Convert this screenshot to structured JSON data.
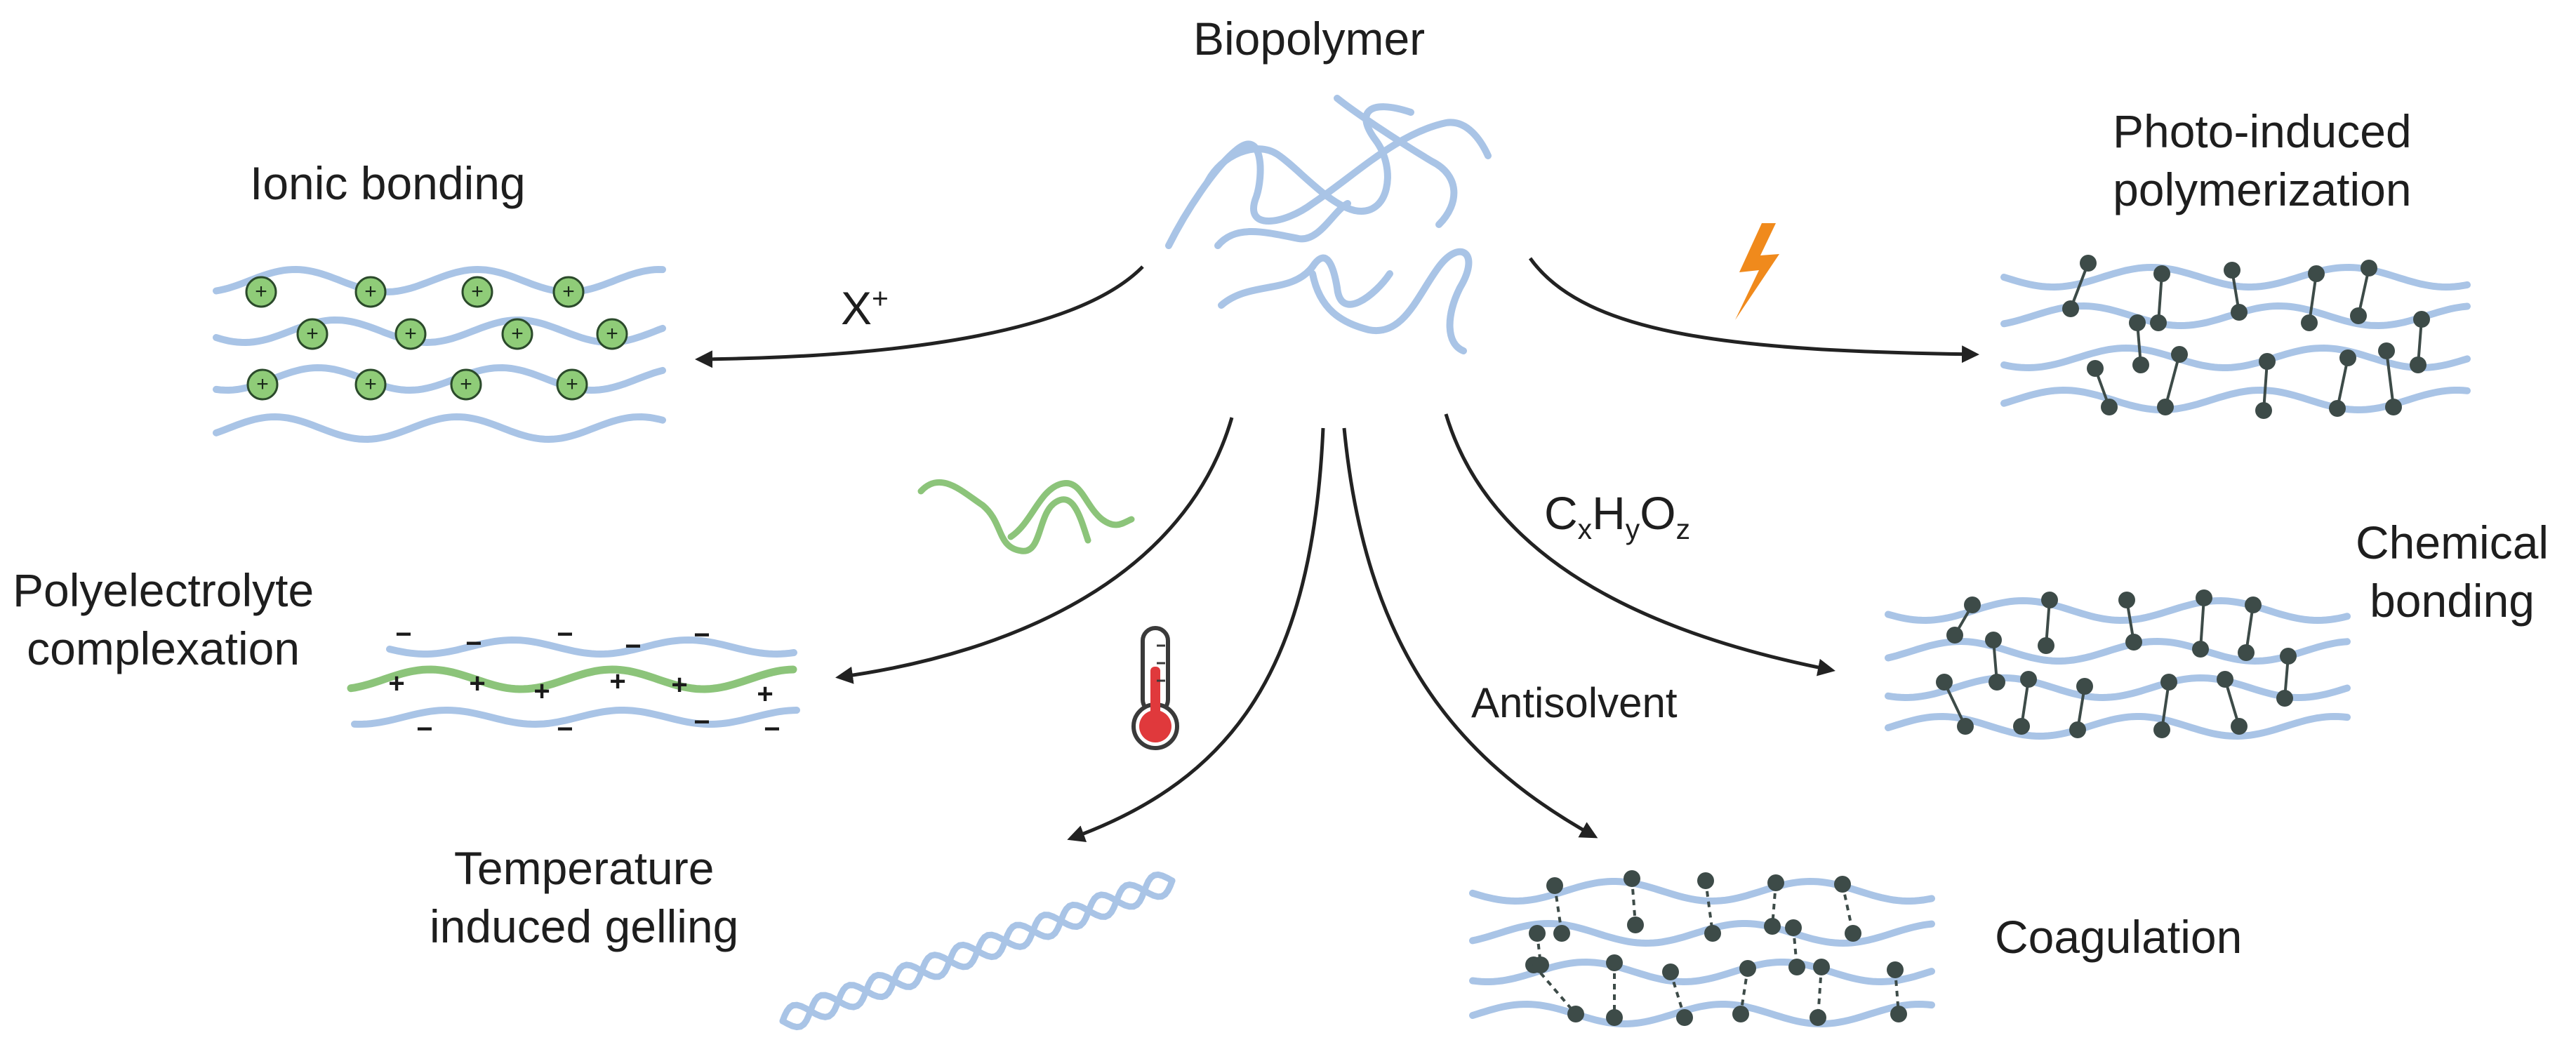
{
  "title": "Biopolymer",
  "methods": {
    "ionic": {
      "label": "Ionic bonding",
      "reagent": "X",
      "reagent_sup": "+"
    },
    "photo": {
      "line1": "Photo-induced",
      "line2": "polymerization"
    },
    "polyelectrolyte": {
      "line1": "Polyelectrolyte",
      "line2": "complexation"
    },
    "chemical": {
      "line1": "Chemical",
      "line2": "bonding",
      "reagent": [
        "C",
        "x",
        "H",
        "y",
        "O",
        "z"
      ]
    },
    "temperature": {
      "line1": "Temperature",
      "line2": "induced gelling"
    },
    "coagulation": {
      "label": "Coagulation",
      "reagent": "Antisolvent"
    }
  },
  "icons": {
    "lightning": "lightning-bolt-icon",
    "thermometer": "thermometer-icon",
    "polyelectrolyte_chain": "green-polymer-chain-icon"
  },
  "colors": {
    "chain_blue": "#a9c4e6",
    "chain_green": "#8cc47a",
    "ion_fill": "#8fcc78",
    "node": "#3d4b48",
    "arrow": "#222222",
    "bolt": "#f08a1c",
    "thermo_red": "#e0393c"
  },
  "charges": {
    "plus": "+",
    "minus": "−"
  }
}
